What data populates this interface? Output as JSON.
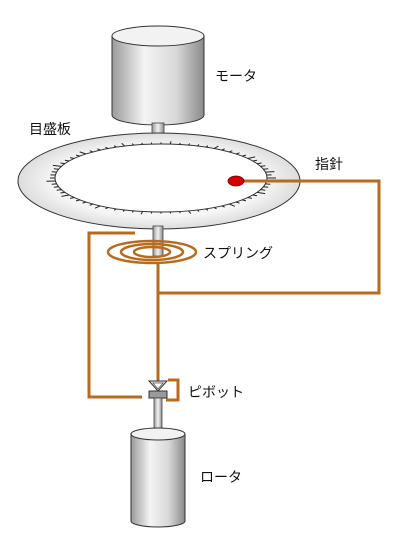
{
  "labels": {
    "motor": "モータ",
    "dial_plate": "目盛板",
    "pointer": "指針",
    "spring": "スプリング",
    "pivot": "ピボット",
    "rotor": "ロータ"
  },
  "colors": {
    "wire": "#b86b1e",
    "pointer_dot": "#d40000",
    "outline": "#333333"
  }
}
